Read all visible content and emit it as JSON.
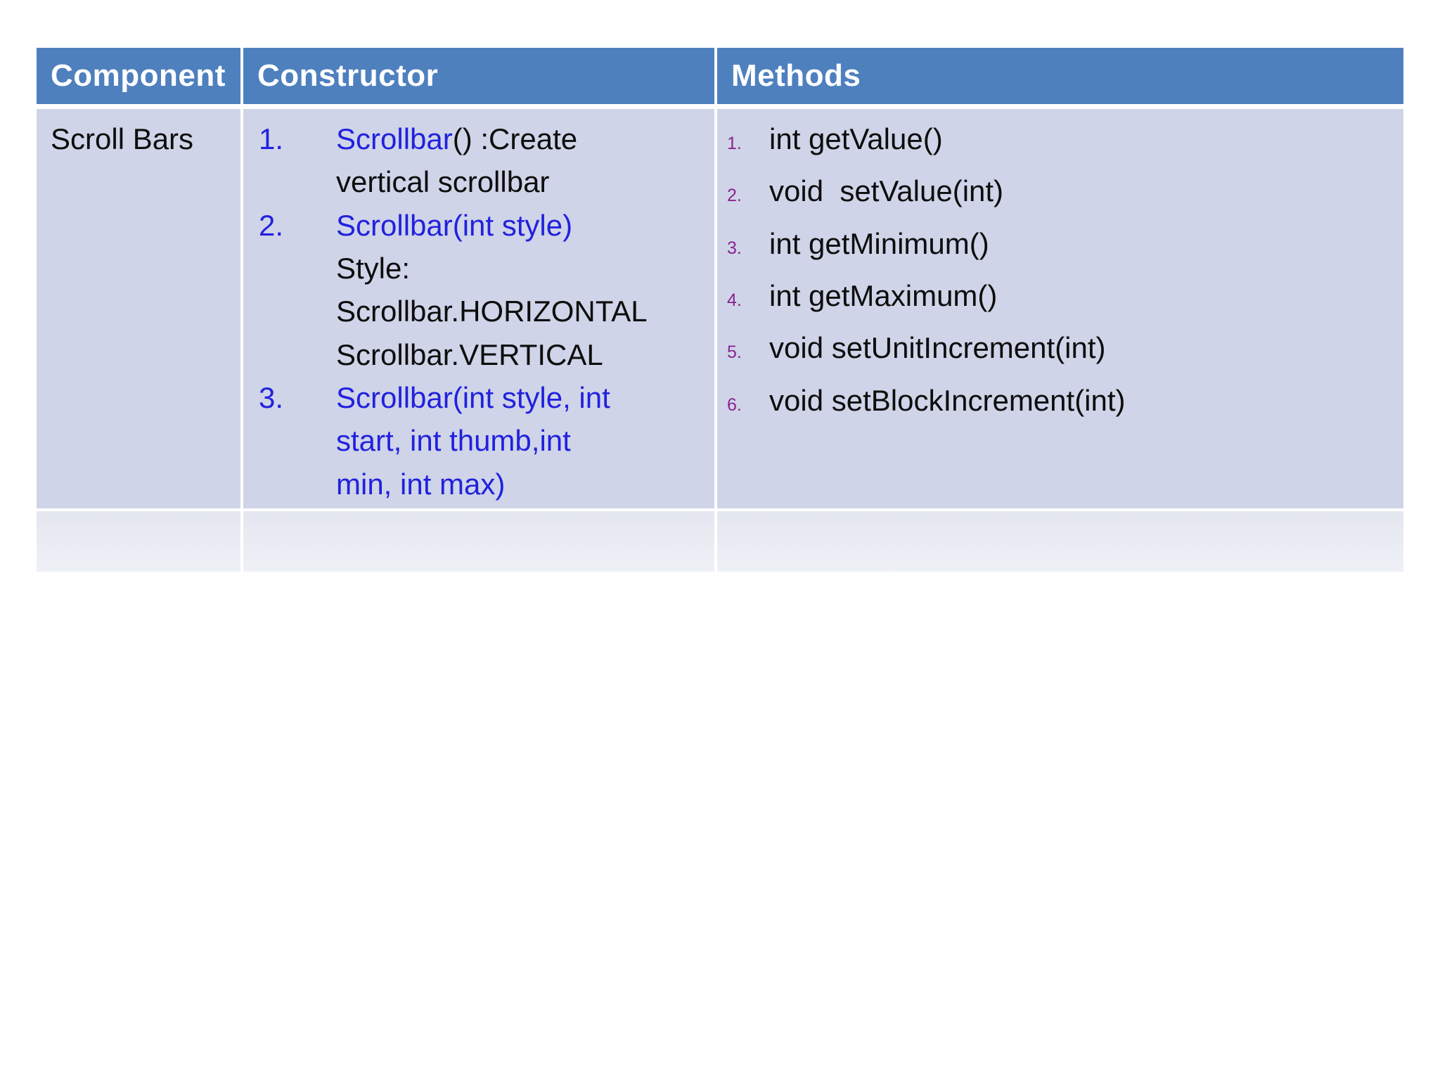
{
  "colors": {
    "header-bg": "#4E80BE",
    "body-bg": "#CFD4E8",
    "empty-top": "#E4E7F0",
    "empty-bottom": "#EFF1F7",
    "blue": "#2121DE",
    "purple": "#8A2490",
    "header-text": "#FFFFFF",
    "text": "#0D0D0D"
  },
  "table": {
    "headers": {
      "component": "Component",
      "constructor": "Constructor",
      "methods": "Methods"
    },
    "row": {
      "component": "Scroll Bars",
      "constructors": [
        {
          "num": "1.",
          "name_blue": "Scrollbar",
          "rest_black": "() :Create",
          "wrap_black": "vertical scrollbar"
        },
        {
          "num": "2.",
          "name_blue": "Scrollbar(int style)",
          "lines_black": [
            "Style:",
            "Scrollbar.HORIZONTAL",
            "Scrollbar.VERTICAL"
          ]
        },
        {
          "num": "3.",
          "name_blue": "Scrollbar(int style, int",
          "lines_blue": [
            "start, int thumb,int",
            "min, int max)"
          ]
        }
      ],
      "methods": [
        {
          "num": "1.",
          "text": "int getValue()"
        },
        {
          "num": "2.",
          "text": "void  setValue(int)"
        },
        {
          "num": "3.",
          "text": "int getMinimum()"
        },
        {
          "num": "4.",
          "text": "int getMaximum()"
        },
        {
          "num": "5.",
          "text": "void setUnitIncrement(int)"
        },
        {
          "num": "6.",
          "text": "void setBlockIncrement(int)"
        }
      ]
    }
  }
}
